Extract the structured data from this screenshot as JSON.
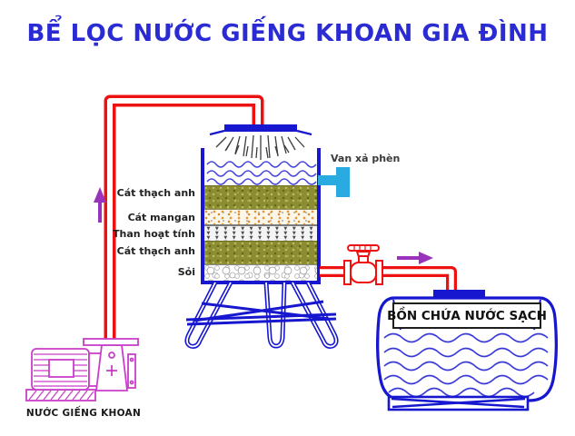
{
  "title": {
    "text": "BỂ LỌC NƯỚC GIẾNG KHOAN GIA ĐÌNH"
  },
  "filter_tank": {
    "layers": [
      {
        "label": "Cát thạch anh",
        "material": "quartz-sand"
      },
      {
        "label": "Cát mangan",
        "material": "manganese-sand"
      },
      {
        "label": "Than hoạt tính",
        "material": "activated-carbon"
      },
      {
        "label": "Cát thạch anh",
        "material": "quartz-sand"
      },
      {
        "label": "Sỏi",
        "material": "gravel"
      }
    ],
    "drain_valve_label": "Van xả phèn"
  },
  "pump": {
    "label": "NƯỚC GIẾNG KHOAN"
  },
  "clean_tank": {
    "label": "BỒN CHỨA NƯỚC SẠCH"
  },
  "icons": {
    "flow_up_arrow": "↑",
    "flow_right_arrow": "→",
    "shower_head": "sprinkler",
    "gate_valve": "valve"
  },
  "colors": {
    "title_blue": "#2b2bd3",
    "pipe_red": "#ee1111",
    "structure_blue": "#1717d0",
    "wave_blue": "#4444dd",
    "pump_magenta": "#c93fc9",
    "arrow_purple": "#9933bb",
    "drain_valve_cyan": "#29abe2",
    "quartz_olive": "#8c8c31",
    "mangan_orange": "#e59b31"
  }
}
